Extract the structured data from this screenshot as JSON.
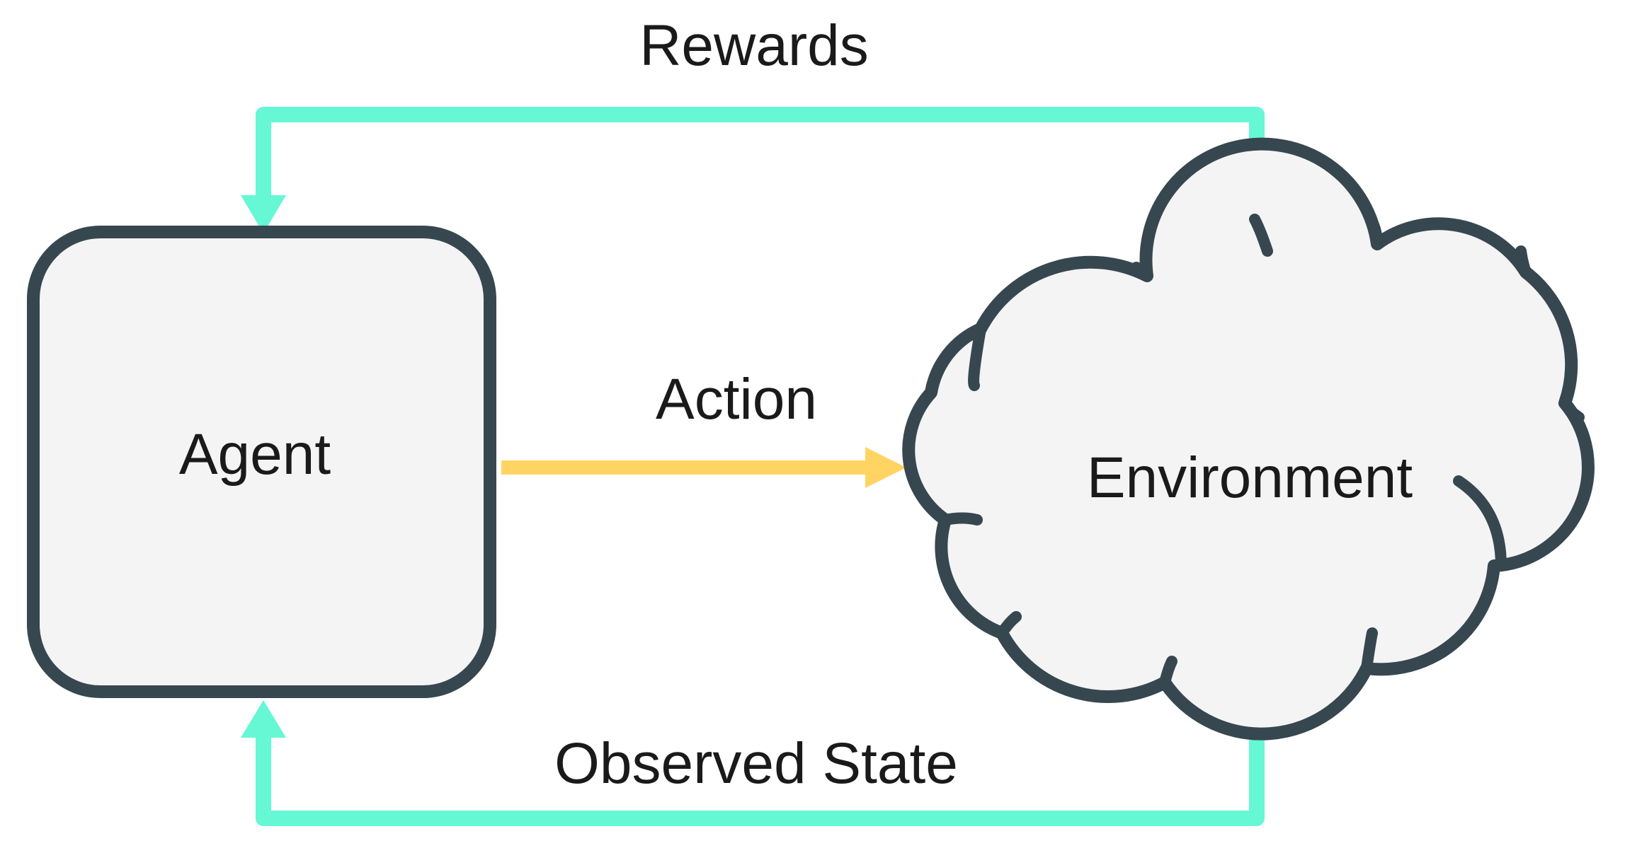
{
  "diagram": {
    "agent": {
      "label": "Agent"
    },
    "environment": {
      "label": "Environment"
    },
    "edges": {
      "action": {
        "label": "Action",
        "color": "#ffd462"
      },
      "rewards": {
        "label": "Rewards",
        "color": "#66f7d4"
      },
      "observed_state": {
        "label": "Observed State",
        "color": "#66f7d4"
      }
    },
    "colors": {
      "node_fill": "#f4f4f4",
      "node_stroke": "#37474f"
    }
  }
}
